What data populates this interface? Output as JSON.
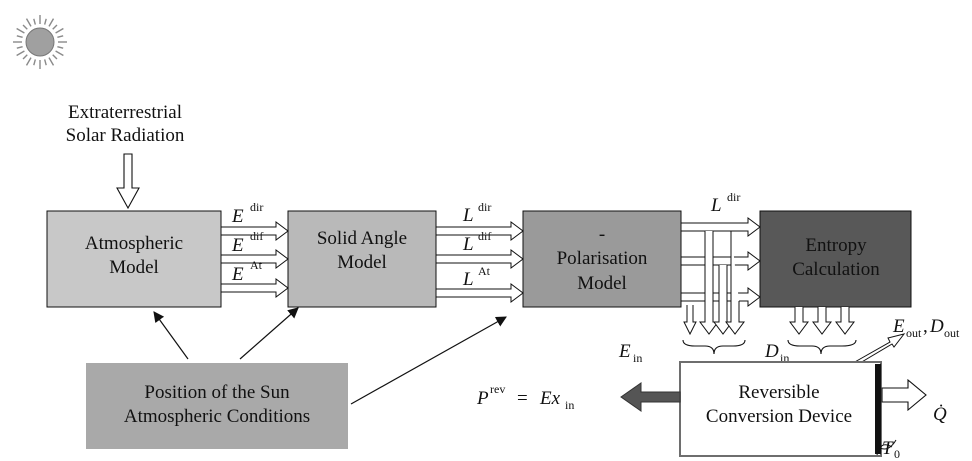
{
  "source": {
    "line1": "Extraterrestrial",
    "line2": "Solar Radiation"
  },
  "boxes": {
    "atmospheric": {
      "line1": "Atmospheric",
      "line2": "Model",
      "color": "#c8c8c8"
    },
    "solid_angle": {
      "line1": "Solid Angle",
      "line2": "Model",
      "color": "#b9b9b9"
    },
    "polarisation": {
      "line1": "-",
      "line2": "Polarisation",
      "line3": "Model",
      "color": "#9a9a9a"
    },
    "entropy": {
      "line1": "Entropy",
      "line2": "Calculation",
      "color": "#585858"
    },
    "position": {
      "line1": "Position of the Sun",
      "line2": "Atmospheric Conditions",
      "color": "#a9a9a9"
    },
    "reversible": {
      "line1": "Reversible",
      "line2": "Conversion Device",
      "color": "#ffffff"
    }
  },
  "symbols": {
    "E": "E",
    "L": "L",
    "dir": "dir",
    "dif": "dif",
    "At": "At",
    "E_in_base": "E",
    "E_in_sub": "in",
    "D_in_base": "D",
    "D_in_sub": "in",
    "E_out_base": "E",
    "E_out_sub": "out",
    "comma": ",",
    "D_out_base": "D",
    "D_out_sub": "out",
    "P_base": "P",
    "P_sup": "rev",
    "equals": "=",
    "Ex_base": "Ex",
    "Ex_sub": "in",
    "Q_dot": "Q̇",
    "T_base": "T",
    "T_sub": "0"
  },
  "colors": {
    "sun_fill": "#a0a0a0",
    "sun_rays": "#8a8a8a",
    "dark_arrow": "#555555",
    "reversible_border": "#6e6e6e"
  }
}
